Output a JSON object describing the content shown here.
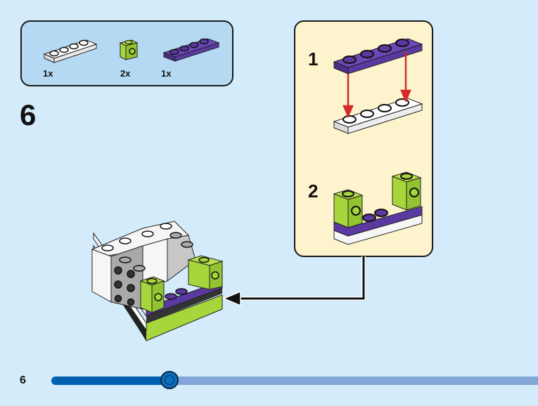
{
  "parts_list": {
    "items": [
      {
        "part": "white-plate-1x4",
        "color": "#f6f6f6",
        "qty": "1x"
      },
      {
        "part": "lime-brick-1x1-with-side-stud",
        "color": "#a6d63c",
        "qty": "2x"
      },
      {
        "part": "purple-plate-1x4",
        "color": "#5a3aa0",
        "qty": "1x"
      }
    ]
  },
  "step": {
    "number": "6"
  },
  "substeps": [
    {
      "number": "1",
      "description": "Attach purple 1x4 plate onto white 1x4 plate"
    },
    {
      "number": "2",
      "description": "Attach two lime 1x1 bricks with side studs onto ends of purple plate"
    }
  ],
  "footer": {
    "page_number": "6",
    "progress": 0.24
  },
  "colors": {
    "background": "#d4ebfb",
    "parts_panel": "#b6d9f3",
    "substep_panel": "#fdf3cd",
    "progress_fill": "#0061b0",
    "progress_track": "#82a6d8",
    "arrow_red": "#d42a2a",
    "lime": "#a6d63c",
    "purple": "#5a3aa0",
    "white": "#f6f6f6",
    "gray": "#a9a9a9"
  }
}
